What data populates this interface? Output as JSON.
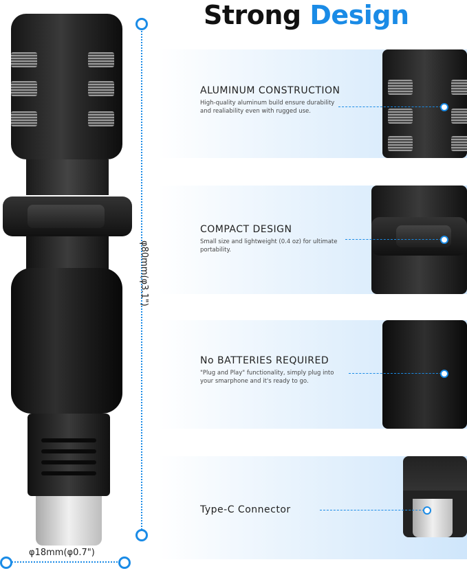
{
  "headline": {
    "word1": "Strong",
    "word2": "Design"
  },
  "dimensions": {
    "height_label": "φ80mm(φ3.1\")",
    "width_label": "φ18mm(φ0.7\")"
  },
  "features": [
    {
      "title": "ALUMINUM CONSTRUCTION",
      "description": "High-quality aluminum build ensure durability and realiability even with rugged use."
    },
    {
      "title": "COMPACT DESIGN",
      "description": "Small size and lightweight (0.4 oz) for ultimate portability."
    },
    {
      "title": "No BATTERIES REQUIRED",
      "description": "\"Plug and Play\" functionality, simply plug into your smarphone and it's ready to go."
    },
    {
      "title": "Type-C Connector",
      "description": ""
    }
  ],
  "colors": {
    "accent": "#1a8be6",
    "panel_tint": "#cfe6fb",
    "text": "#222222"
  },
  "icons": [
    "microphone-illustration",
    "pointer-dot-icon"
  ]
}
